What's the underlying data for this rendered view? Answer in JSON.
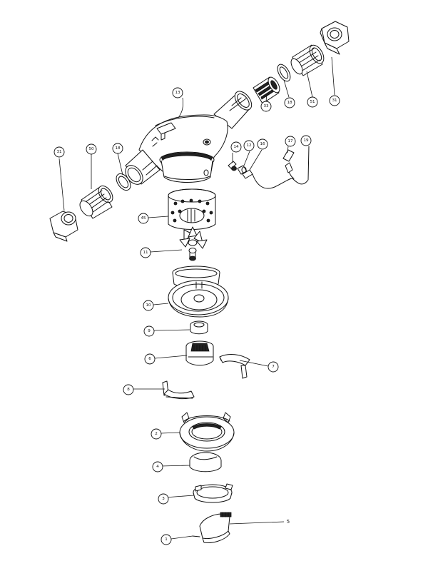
{
  "callouts": [
    {
      "id": "c13",
      "label": "13"
    },
    {
      "id": "c31r",
      "label": "31"
    },
    {
      "id": "c51r",
      "label": "51"
    },
    {
      "id": "c18r",
      "label": "18"
    },
    {
      "id": "c33",
      "label": "33"
    },
    {
      "id": "c31l",
      "label": "31"
    },
    {
      "id": "c50",
      "label": "50"
    },
    {
      "id": "c18l",
      "label": "18"
    },
    {
      "id": "c14",
      "label": "14"
    },
    {
      "id": "c12",
      "label": "12"
    },
    {
      "id": "c16",
      "label": "16"
    },
    {
      "id": "c17",
      "label": "17"
    },
    {
      "id": "c19",
      "label": "19"
    },
    {
      "id": "c45",
      "label": "45"
    },
    {
      "id": "c11",
      "label": "11"
    },
    {
      "id": "c10",
      "label": "10"
    },
    {
      "id": "c9",
      "label": "9"
    },
    {
      "id": "c6",
      "label": "6"
    },
    {
      "id": "c7",
      "label": "7"
    },
    {
      "id": "c8",
      "label": "8"
    },
    {
      "id": "c2",
      "label": "2"
    },
    {
      "id": "c4",
      "label": "4"
    },
    {
      "id": "c3",
      "label": "3"
    },
    {
      "id": "c1",
      "label": "1"
    },
    {
      "id": "c5",
      "label": "5"
    }
  ]
}
